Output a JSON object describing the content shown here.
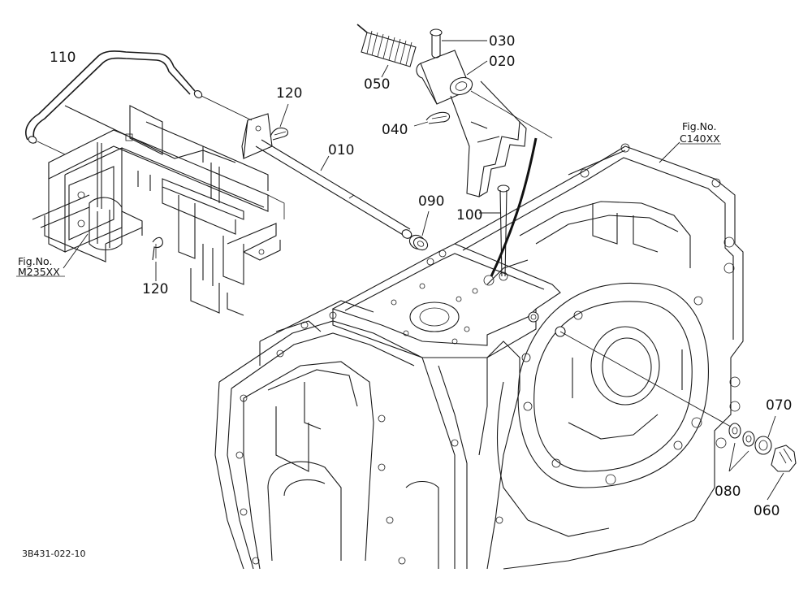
{
  "diagram": {
    "parts": [
      {
        "id": "p110",
        "number": "110"
      },
      {
        "id": "p120a",
        "number": "120"
      },
      {
        "id": "p120b",
        "number": "120"
      },
      {
        "id": "p010",
        "number": "010"
      },
      {
        "id": "p050",
        "number": "050"
      },
      {
        "id": "p030",
        "number": "030"
      },
      {
        "id": "p020",
        "number": "020"
      },
      {
        "id": "p040",
        "number": "040"
      },
      {
        "id": "p090",
        "number": "090"
      },
      {
        "id": "p100",
        "number": "100"
      },
      {
        "id": "p070",
        "number": "070"
      },
      {
        "id": "p080",
        "number": "080"
      },
      {
        "id": "p060",
        "number": "060"
      }
    ],
    "figure_refs": [
      {
        "id": "ref_m235",
        "label": "Fig.No.",
        "code": "M235XX"
      },
      {
        "id": "ref_c140",
        "label": "Fig.No.",
        "code": "C140XX"
      }
    ],
    "drawing_code": "3B431-022-10"
  }
}
